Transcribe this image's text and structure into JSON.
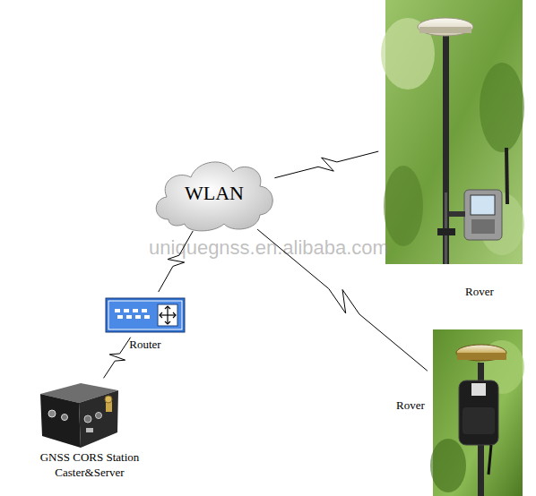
{
  "diagram": {
    "nodes": [
      {
        "text": [
          "WLAN"
        ]
      },
      {
        "text": [
          "Rover"
        ]
      },
      {
        "text": [
          "Router"
        ]
      },
      {
        "text": [
          "Rover"
        ]
      },
      {
        "text": [
          "GNSS CORS Station Caster&Server"
        ]
      }
    ],
    "edges": [
      {
        "from": 4,
        "to": 2,
        "arrow": "none"
      },
      {
        "from": 2,
        "to": 0,
        "arrow": "none"
      },
      {
        "from": 0,
        "to": 1,
        "arrow": "none"
      },
      {
        "from": 0,
        "to": 3,
        "arrow": "none"
      }
    ],
    "labels": [
      "uniquegnss.en.alibaba.com"
    ]
  }
}
